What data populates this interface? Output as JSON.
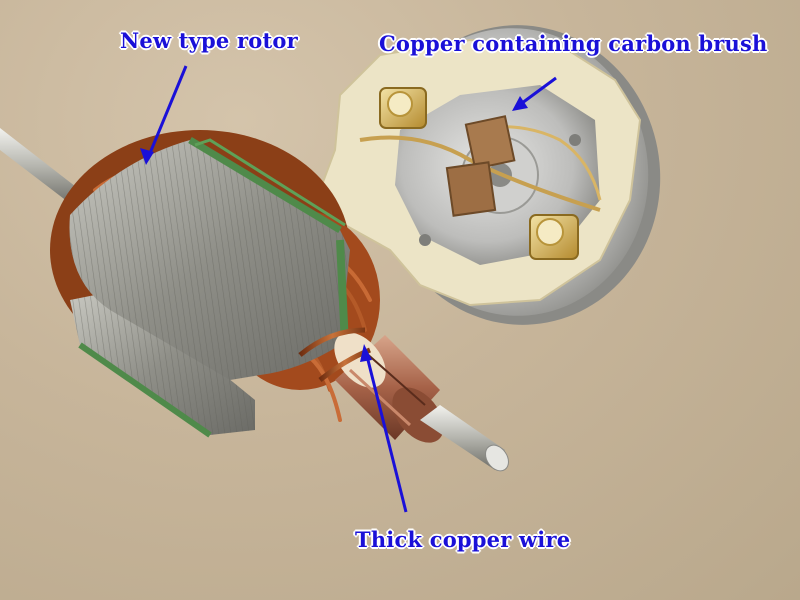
{
  "labels": {
    "rotor": "New type rotor",
    "brush": "Copper containing carbon brush",
    "wire": "Thick copper wire"
  },
  "colors": {
    "label_text": "#1a10d8",
    "label_outline": "#ffffff",
    "arrow": "#1a10d8",
    "background": "#c7b59a",
    "copper": "#a4501f",
    "steel": "#9a9a92",
    "insulator": "#4f8a4a",
    "plastic": "#ece4c6",
    "brass": "#c9a24a"
  }
}
